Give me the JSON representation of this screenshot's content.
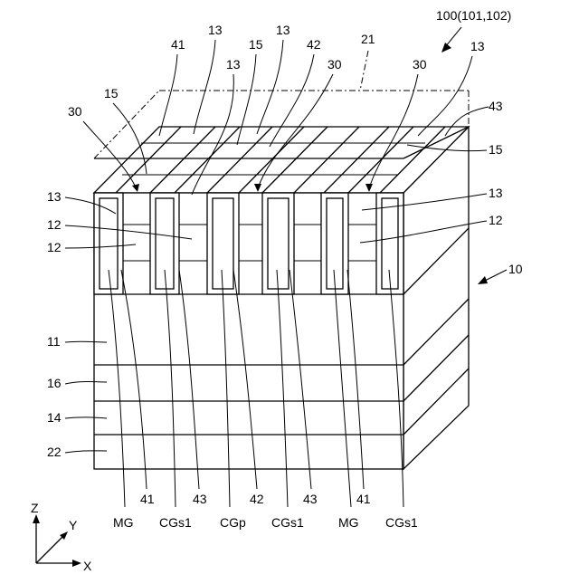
{
  "figure_ref": "100(101,102)",
  "labels": {
    "n41": "41",
    "n42": "42",
    "n43": "43",
    "n13": "13",
    "n15": "15",
    "n21": "21",
    "n30": "30",
    "n12": "12",
    "n10": "10",
    "n11": "11",
    "n16": "16",
    "n14": "14",
    "n22": "22"
  },
  "bottom_labels": {
    "b1_num": "41",
    "b2_num": "43",
    "b3_num": "42",
    "b4_num": "43",
    "b5_num": "41",
    "b1_name": "MG",
    "b2_name": "CGs1",
    "b3_name": "CGp",
    "b4_name": "CGs1",
    "b5_name": "MG",
    "b6_name": "CGs1"
  },
  "axes": {
    "z": "Z",
    "y": "Y",
    "x": "X"
  }
}
